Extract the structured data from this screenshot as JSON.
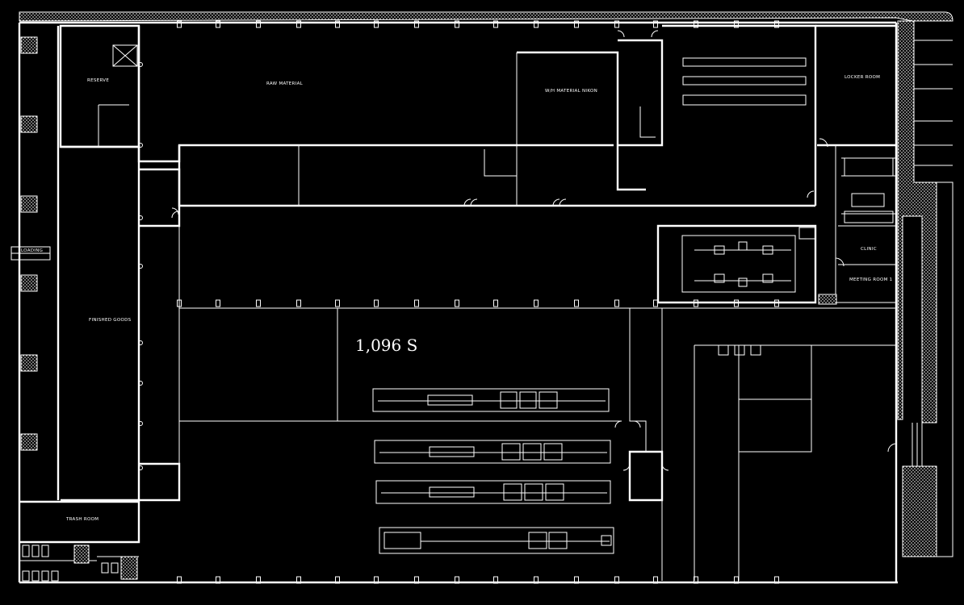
{
  "drawing": {
    "area_label": "1,096 S",
    "rooms": {
      "reserve": "RESERVE",
      "raw_material": "RAW MATERIAL",
      "wh_material": "W/H MATERIAL NIKON",
      "locker_room": "LOCKER ROOM",
      "finished_goods": "FINISHED GOODS",
      "clinic": "CLINIC",
      "meeting_room": "MEETING ROOM 1",
      "trash_room": "TRASH ROOM",
      "loading": "LOADING"
    },
    "colors": {
      "background": "#000000",
      "lines": "#ffffff"
    }
  }
}
